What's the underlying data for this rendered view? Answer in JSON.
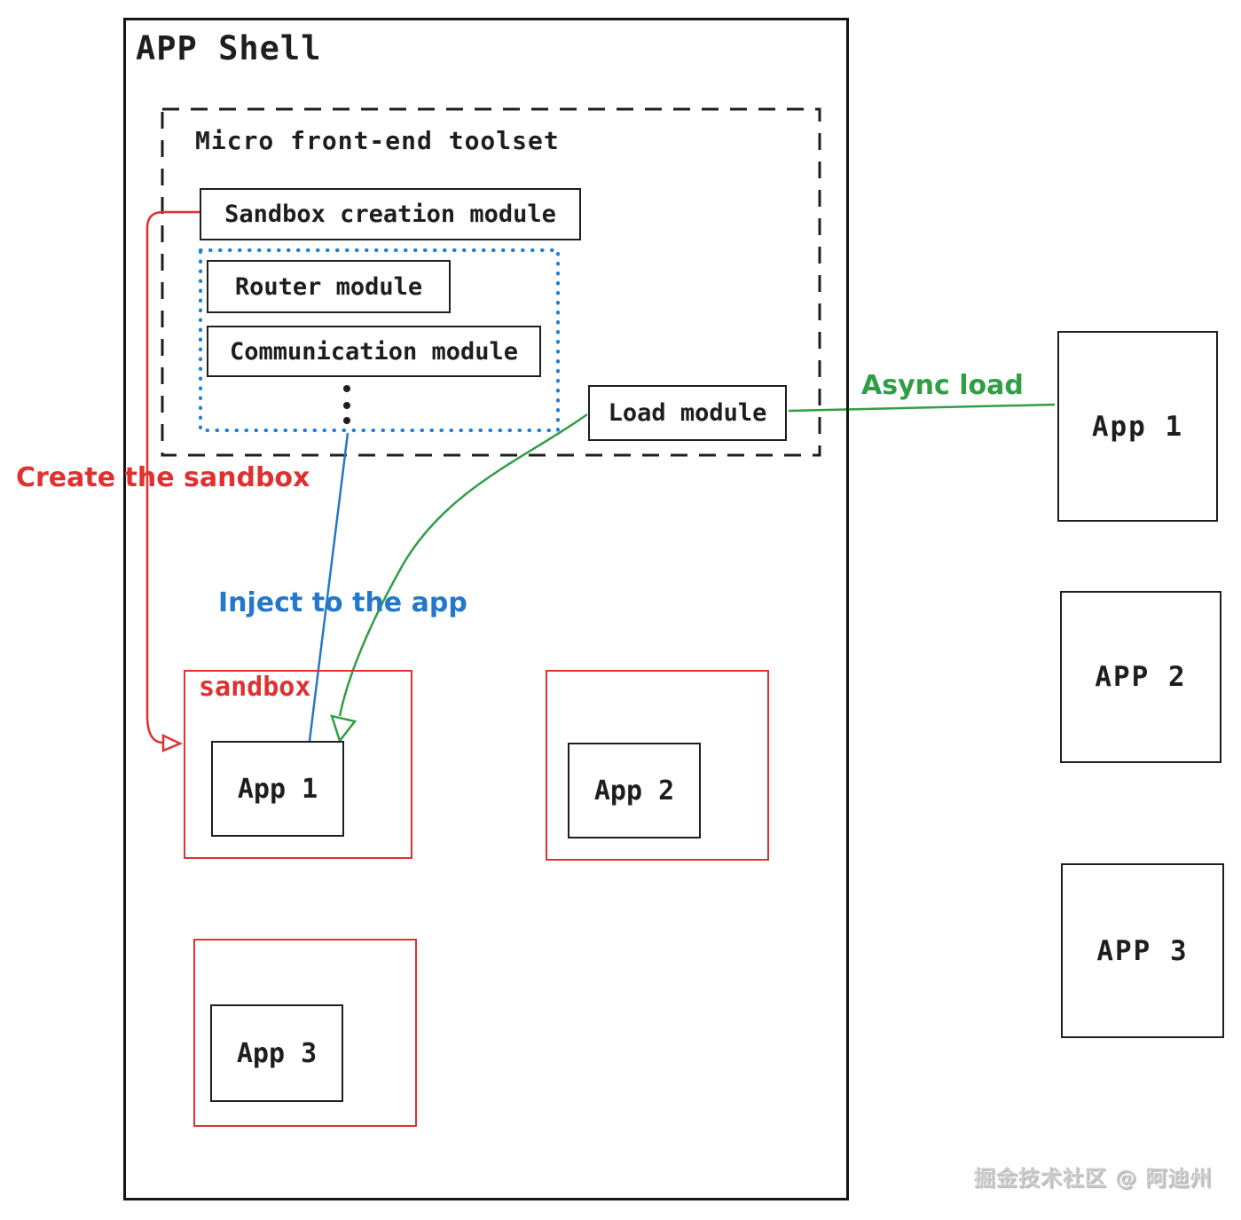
{
  "app_shell": {
    "title": "APP Shell"
  },
  "toolset": {
    "label": "Micro front-end toolset",
    "modules": {
      "sandbox_creation": "Sandbox creation module",
      "router": "Router module",
      "communication": "Communication module",
      "load": "Load module"
    }
  },
  "annotations": {
    "create_sandbox": "Create the sandbox",
    "inject": "Inject to the app",
    "async_load": "Async load"
  },
  "sandbox": {
    "label": "sandbox",
    "app": "App 1"
  },
  "shell_apps": [
    {
      "label": "App 2"
    },
    {
      "label": "App 3"
    }
  ],
  "remote_apps": [
    {
      "label": "App 1"
    },
    {
      "label": "APP 2"
    },
    {
      "label": "APP 3"
    }
  ],
  "watermark": "掘金技术社区 @ 阿迪州",
  "colors": {
    "ink": "#1e1e1e",
    "red": "#e03131",
    "blue_line": "#2478cc",
    "blue_dotted_border": "#1c7ed6",
    "green": "#2f9e44",
    "watermark_gray": "#c9c9c9"
  }
}
